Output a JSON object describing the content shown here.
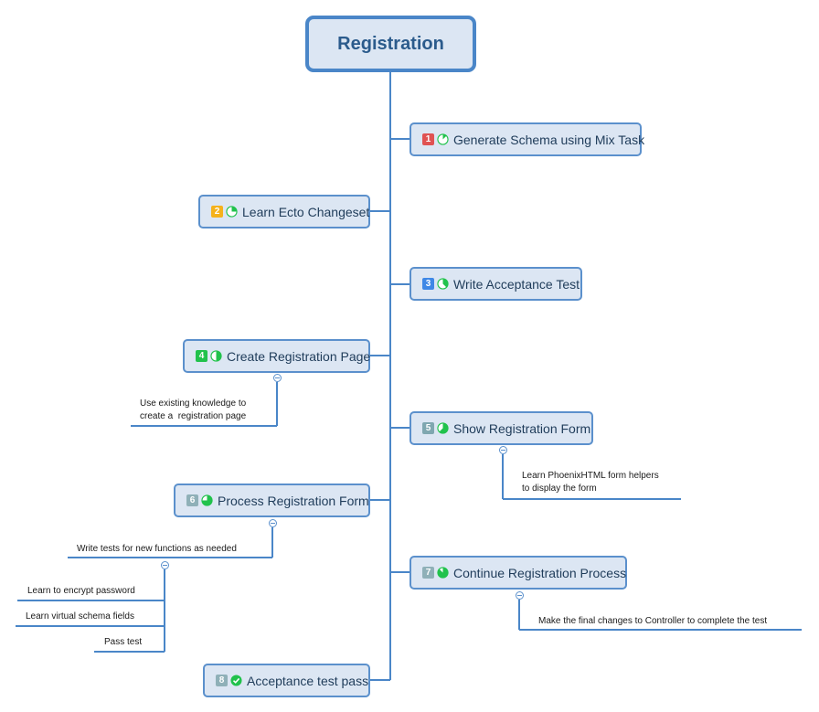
{
  "root": {
    "title": "Registration"
  },
  "topics": [
    {
      "number": "1",
      "label": "Generate Schema using Mix Task",
      "badge_color": "#e05252",
      "progress": 0.125
    },
    {
      "number": "2",
      "label": "Learn Ecto Changeset",
      "badge_color": "#f5b21c",
      "progress": 0.25
    },
    {
      "number": "3",
      "label": "Write Acceptance Test",
      "badge_color": "#3f88e6",
      "progress": 0.375
    },
    {
      "number": "4",
      "label": "Create Registration Page",
      "badge_color": "#21c24c",
      "progress": 0.5
    },
    {
      "number": "5",
      "label": "Show Registration Form",
      "badge_color": "#7fa7b0",
      "progress": 0.625
    },
    {
      "number": "6",
      "label": "Process Registration Form",
      "badge_color": "#8fb0b8",
      "progress": 0.75
    },
    {
      "number": "7",
      "label": "Continue Registration Process",
      "badge_color": "#8fb0b8",
      "progress": 0.875
    },
    {
      "number": "8",
      "label": "Acceptance test pass",
      "badge_color": "#8fb0b8",
      "progress": 1.0
    }
  ],
  "notes": {
    "topic4": [
      "Use existing knowledge to",
      "create a  registration page"
    ],
    "topic5": [
      "Learn PhoenixHTML form helpers",
      "to display the form"
    ],
    "topic6": "Write tests for new functions as needed",
    "topic6_sub": [
      "Learn to encrypt password",
      "Learn virtual schema fields",
      "Pass test"
    ],
    "topic7": "Make the final changes to Controller to complete the test"
  },
  "colors": {
    "line": "#4a86c8",
    "topic_fill": "#dce6f3",
    "progress": "#21c24c"
  }
}
